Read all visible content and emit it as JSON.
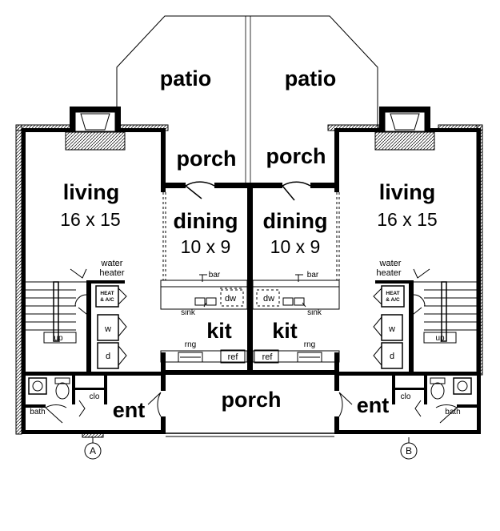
{
  "rooms": {
    "patio_left": "patio",
    "patio_right": "patio",
    "porch_left": "porch",
    "porch_right": "porch",
    "porch_front": "porch",
    "living_left": "living",
    "living_left_size": "16 x 15",
    "living_right": "living",
    "living_right_size": "16 x 15",
    "dining_left": "dining",
    "dining_left_size": "10 x 9",
    "dining_right": "dining",
    "dining_right_size": "10 x 9",
    "kit_left": "kit",
    "kit_right": "kit",
    "ent_left": "ent",
    "ent_right": "ent",
    "bath_left": "bath",
    "bath_right": "bath"
  },
  "fixtures": {
    "water_left": "water",
    "heater_left": "heater",
    "water_right": "water",
    "heater_right": "heater",
    "heat_left": "HEAT",
    "ac_left": "& A/C",
    "heat_right": "HEAT",
    "ac_right": "& A/C",
    "bar_left": "bar",
    "bar_right": "bar",
    "sink_left": "sink",
    "sink_right": "sink",
    "dw_left": "dw",
    "dw_right": "dw",
    "rng_left": "rng",
    "rng_right": "rng",
    "ref_left": "ref",
    "ref_right": "ref",
    "w_left": "w",
    "d_left": "d",
    "w_right": "w",
    "d_right": "d",
    "up_left": "up",
    "up_right": "up",
    "clo_left": "clo",
    "clo_right": "clo"
  },
  "markers": {
    "unit_a": "A",
    "unit_b": "B"
  }
}
